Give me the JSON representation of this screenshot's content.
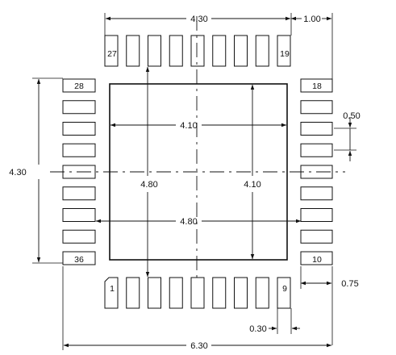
{
  "pin_labels": {
    "top_left": "27",
    "top_right": "19",
    "left_top": "28",
    "left_bottom": "36",
    "right_top": "18",
    "right_bottom": "10",
    "bottom_left": "1",
    "bottom_right": "9"
  },
  "dimensions": {
    "top_width": "4.30",
    "top_offset": "1.00",
    "pad_pitch": "0.50",
    "left_height": "4.30",
    "epad_width": "4.10",
    "epad_height": "4.10",
    "pad_span_v": "4.80",
    "pad_span_h": "4.80",
    "pad_length": "0.75",
    "pad_width": "0.30",
    "overall_width": "6.30"
  },
  "colors": {
    "line": "#111111",
    "background": "#ffffff"
  }
}
